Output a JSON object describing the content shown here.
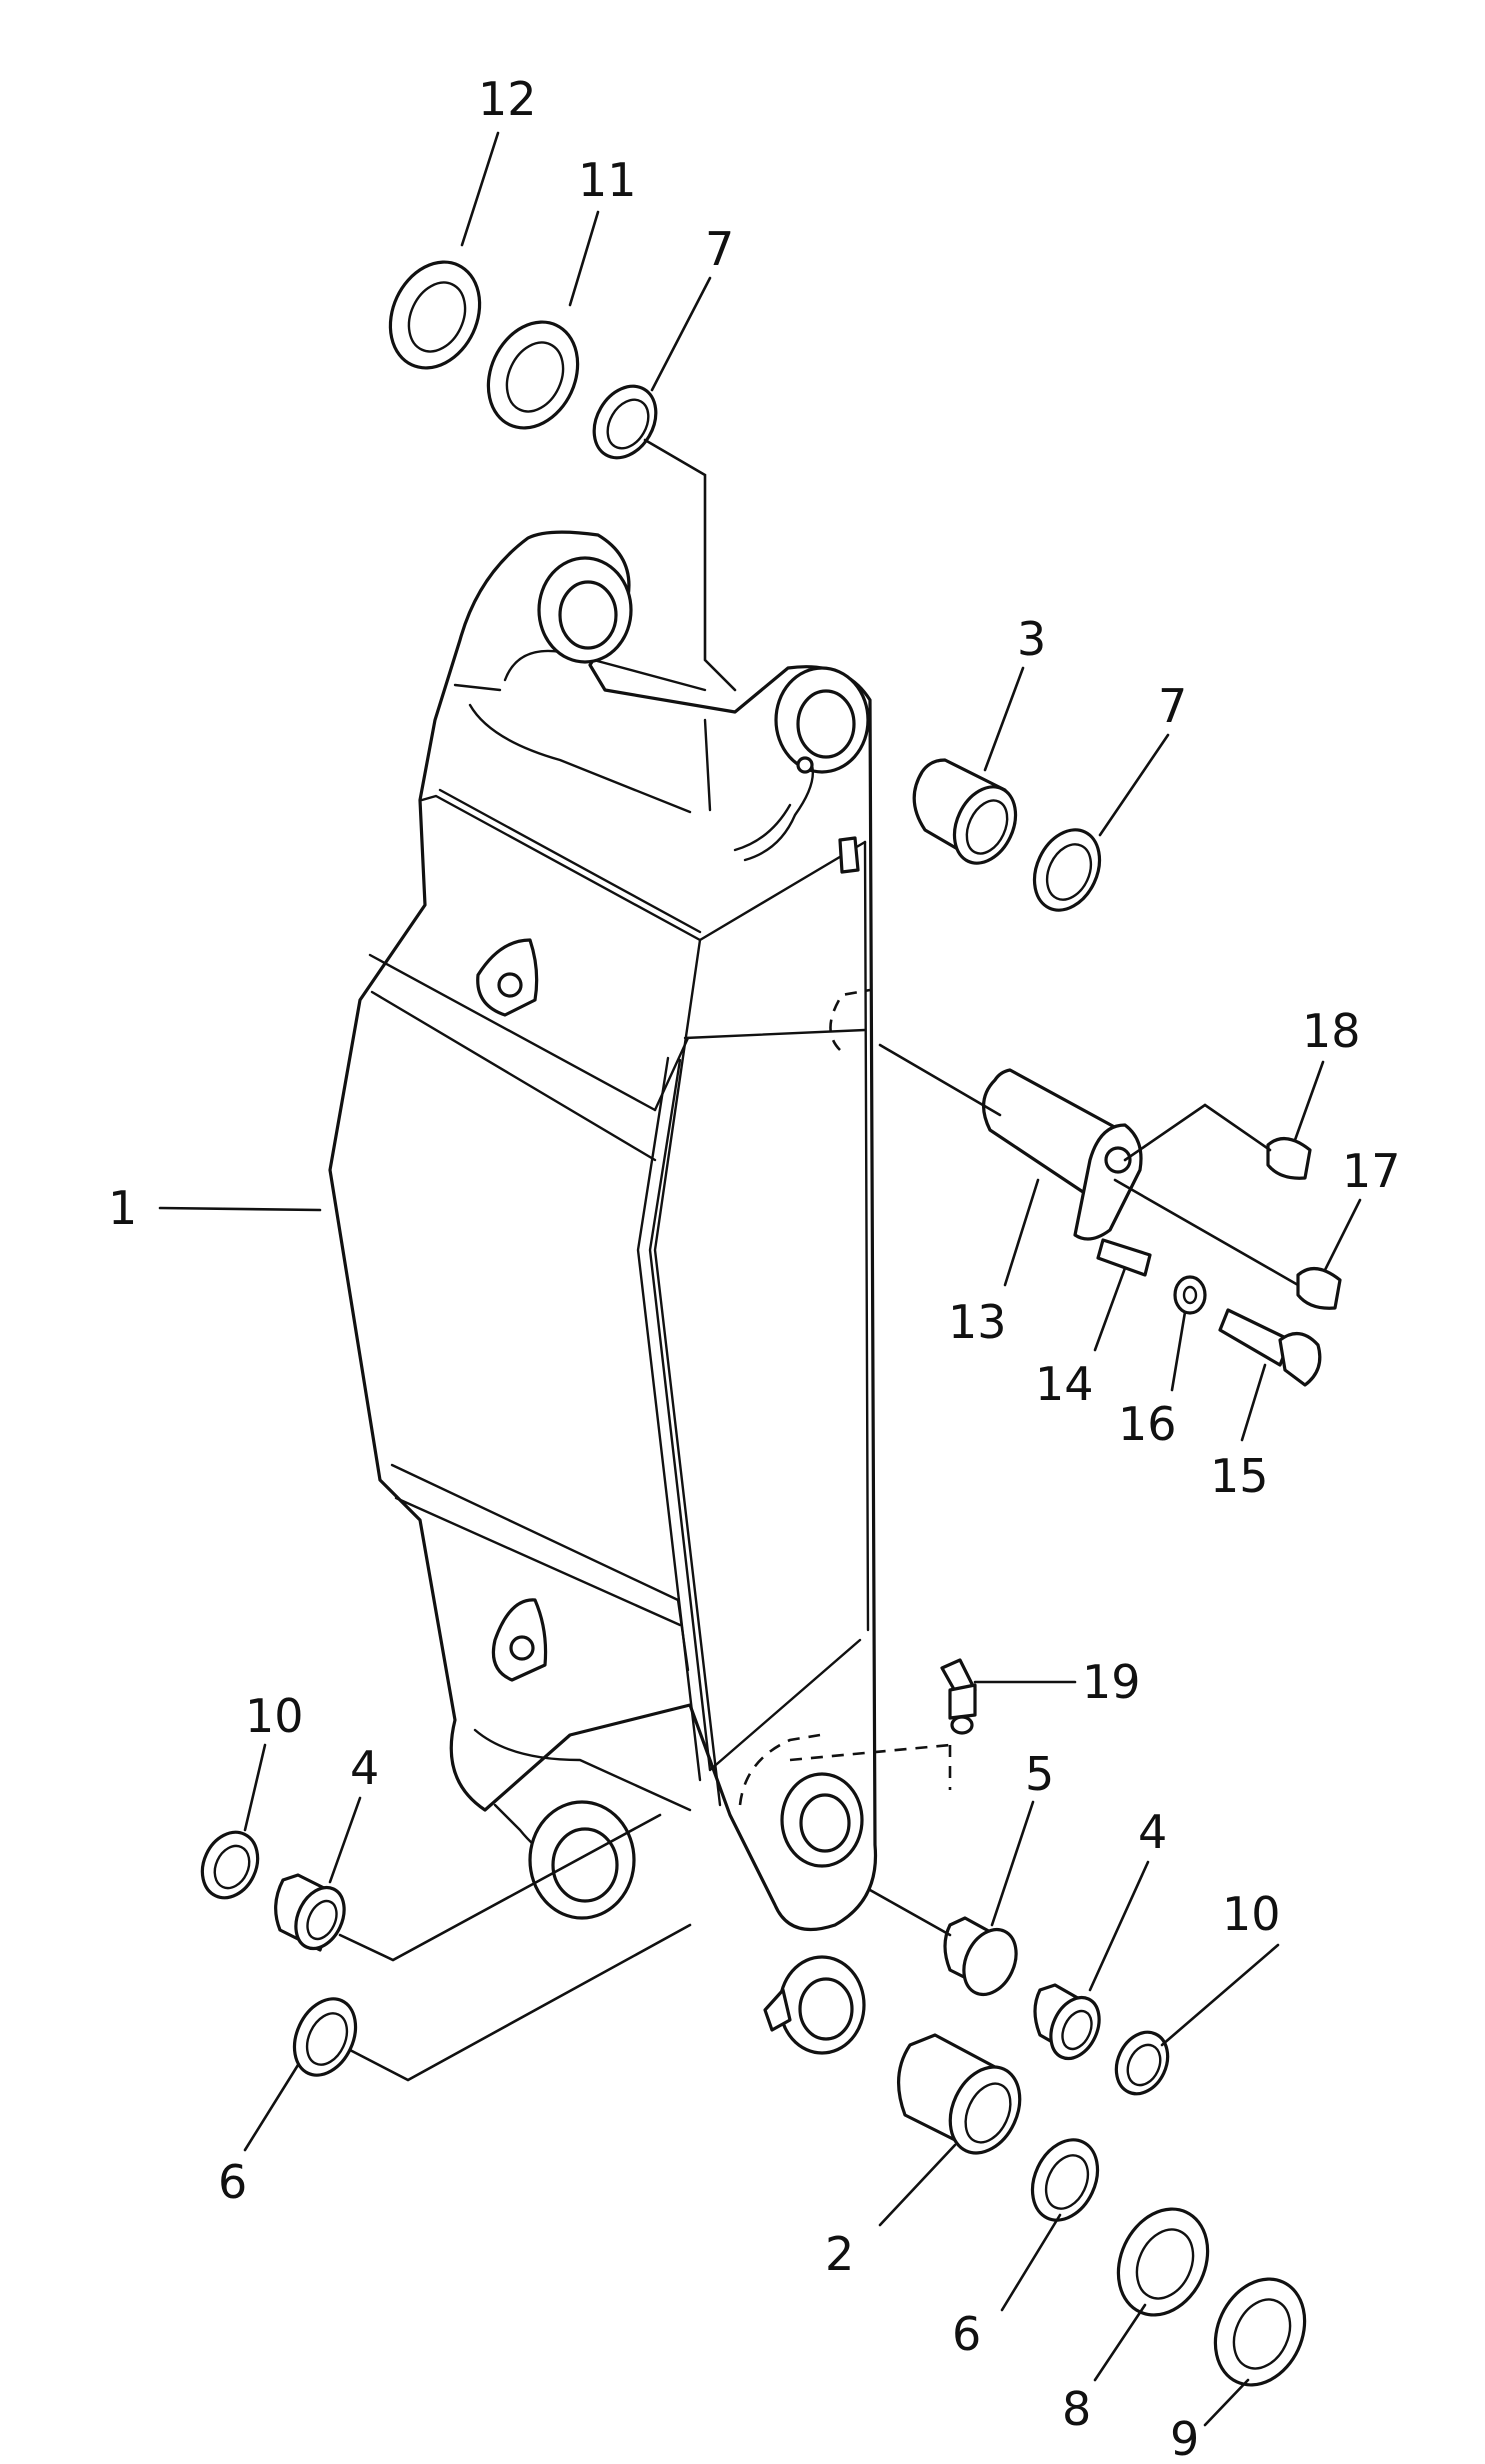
{
  "diagram": {
    "callouts": [
      "12",
      "11",
      "7",
      "3",
      "7",
      "18",
      "17",
      "1",
      "13",
      "14",
      "16",
      "15",
      "19",
      "10",
      "4",
      "5",
      "4",
      "10",
      "6",
      "2",
      "6",
      "8",
      "9"
    ]
  }
}
